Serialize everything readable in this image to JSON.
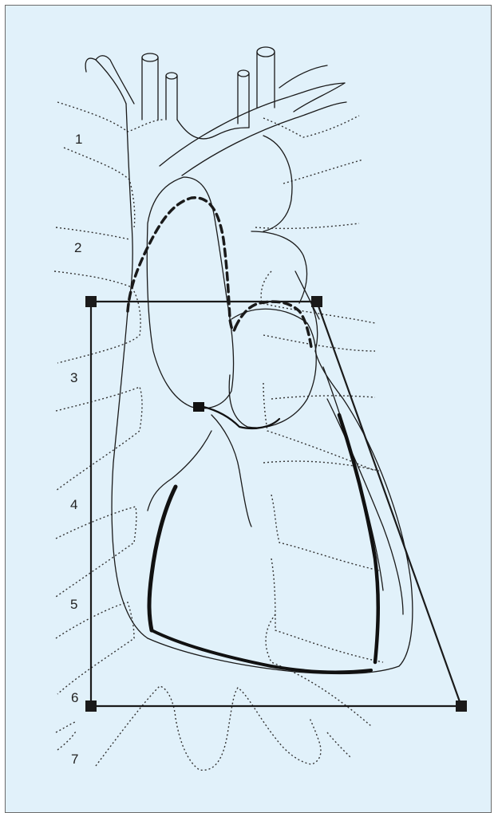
{
  "diagram": {
    "rib_labels": [
      "1",
      "2",
      "3",
      "4",
      "5",
      "6",
      "7"
    ],
    "colors": {
      "background": "#e1f1fa",
      "line": "#1a1a1a",
      "rib_outline": "#333333",
      "marker": "#1a1a1a"
    },
    "icons": [
      "square-marker-icon"
    ]
  }
}
